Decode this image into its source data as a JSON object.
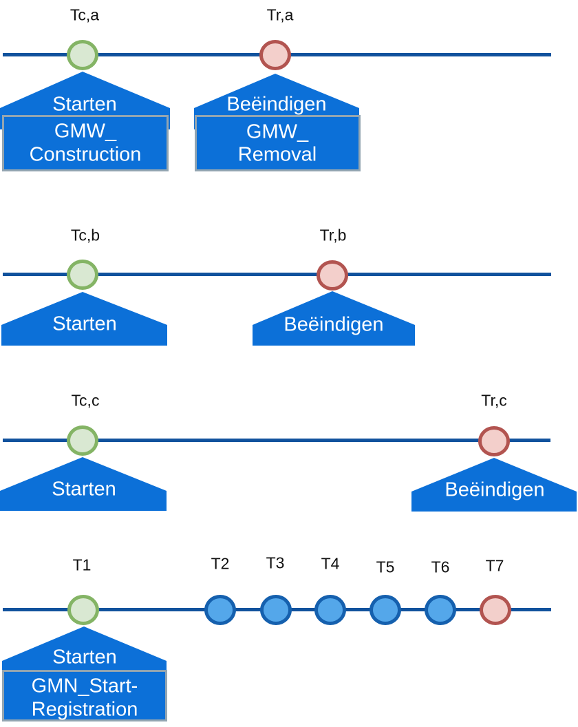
{
  "colors": {
    "timeline_line": "#11529d",
    "shape_blue": "#0c70d8",
    "box_border_grey": "#93a5b1",
    "create_marker_fill": "#d9e8d2",
    "create_marker_border": "#84b465",
    "remove_marker_fill": "#f3cfcb",
    "remove_marker_border": "#b25450",
    "tick_marker_fill": "#54a7ea",
    "tick_marker_border": "#1560ae",
    "shape_text": "#ffffff",
    "label_text": "#111111"
  },
  "rows": [
    {
      "name": "a",
      "labels": {
        "create": "Tc,a",
        "remove": "Tr,a"
      },
      "callouts": {
        "create": "Starten",
        "remove": "Beëindigen"
      },
      "boxes": {
        "create": {
          "line1": "GMW_",
          "line2": "Construction"
        },
        "remove": {
          "line1": "GMW_",
          "line2": "Removal"
        }
      }
    },
    {
      "name": "b",
      "labels": {
        "create": "Tc,b",
        "remove": "Tr,b"
      },
      "callouts": {
        "create": "Starten",
        "remove": "Beëindigen"
      }
    },
    {
      "name": "c",
      "labels": {
        "create": "Tc,c",
        "remove": "Tr,c"
      },
      "callouts": {
        "create": "Starten",
        "remove": "Beëindigen"
      }
    },
    {
      "name": "registration",
      "labels": {
        "create": "T1",
        "ticks": [
          "T2",
          "T3",
          "T4",
          "T5",
          "T6"
        ],
        "remove": "T7"
      },
      "callouts": {
        "create": "Starten"
      },
      "boxes": {
        "create": {
          "line1": "GMN_Start-",
          "line2": "Registration"
        }
      }
    }
  ]
}
